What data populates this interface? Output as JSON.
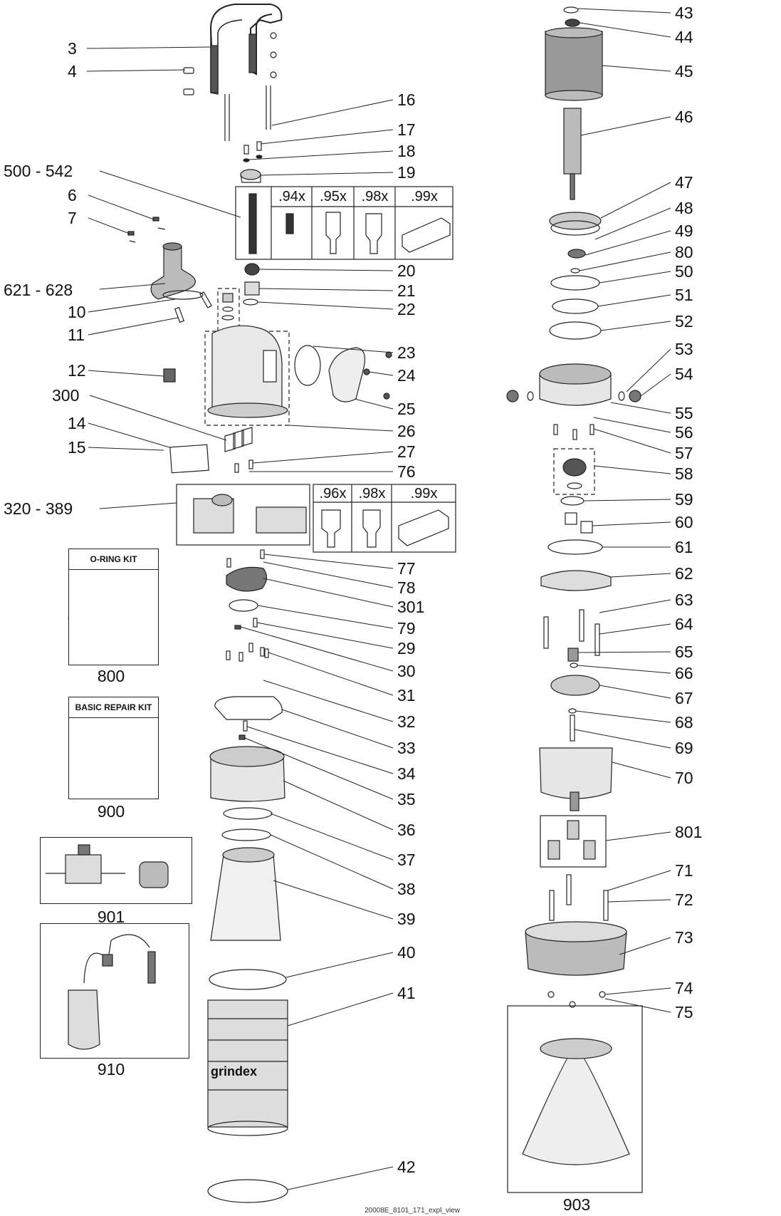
{
  "labels_left": [
    {
      "key": "p3",
      "text": "3"
    },
    {
      "key": "p4",
      "text": "4"
    },
    {
      "key": "p500",
      "text": "500 - 542"
    },
    {
      "key": "p6",
      "text": "6"
    },
    {
      "key": "p7",
      "text": "7"
    },
    {
      "key": "p621",
      "text": "621 - 628"
    },
    {
      "key": "p10",
      "text": "10"
    },
    {
      "key": "p11",
      "text": "11"
    },
    {
      "key": "p12",
      "text": "12"
    },
    {
      "key": "p300",
      "text": "300"
    },
    {
      "key": "p14",
      "text": "14"
    },
    {
      "key": "p15",
      "text": "15"
    },
    {
      "key": "p320",
      "text": "320 - 389"
    }
  ],
  "labels_center": [
    {
      "key": "16",
      "text": "16"
    },
    {
      "key": "17",
      "text": "17"
    },
    {
      "key": "18",
      "text": "18"
    },
    {
      "key": "19",
      "text": "19"
    },
    {
      "key": "20",
      "text": "20"
    },
    {
      "key": "21",
      "text": "21"
    },
    {
      "key": "22",
      "text": "22"
    },
    {
      "key": "23",
      "text": "23"
    },
    {
      "key": "24",
      "text": "24"
    },
    {
      "key": "25",
      "text": "25"
    },
    {
      "key": "26",
      "text": "26"
    },
    {
      "key": "27",
      "text": "27"
    },
    {
      "key": "76",
      "text": "76"
    },
    {
      "key": "77",
      "text": "77"
    },
    {
      "key": "78",
      "text": "78"
    },
    {
      "key": "301",
      "text": "301"
    },
    {
      "key": "79",
      "text": "79"
    },
    {
      "key": "29",
      "text": "29"
    },
    {
      "key": "30",
      "text": "30"
    },
    {
      "key": "31",
      "text": "31"
    },
    {
      "key": "32",
      "text": "32"
    },
    {
      "key": "33",
      "text": "33"
    },
    {
      "key": "34",
      "text": "34"
    },
    {
      "key": "35",
      "text": "35"
    },
    {
      "key": "36",
      "text": "36"
    },
    {
      "key": "37",
      "text": "37"
    },
    {
      "key": "38",
      "text": "38"
    },
    {
      "key": "39",
      "text": "39"
    },
    {
      "key": "40",
      "text": "40"
    },
    {
      "key": "41",
      "text": "41"
    },
    {
      "key": "42",
      "text": "42"
    }
  ],
  "labels_right": [
    {
      "key": "43",
      "text": "43"
    },
    {
      "key": "44",
      "text": "44"
    },
    {
      "key": "45",
      "text": "45"
    },
    {
      "key": "46",
      "text": "46"
    },
    {
      "key": "47",
      "text": "47"
    },
    {
      "key": "48",
      "text": "48"
    },
    {
      "key": "49",
      "text": "49"
    },
    {
      "key": "80",
      "text": "80"
    },
    {
      "key": "50",
      "text": "50"
    },
    {
      "key": "51",
      "text": "51"
    },
    {
      "key": "52",
      "text": "52"
    },
    {
      "key": "53",
      "text": "53"
    },
    {
      "key": "54",
      "text": "54"
    },
    {
      "key": "55",
      "text": "55"
    },
    {
      "key": "56",
      "text": "56"
    },
    {
      "key": "57",
      "text": "57"
    },
    {
      "key": "58",
      "text": "58"
    },
    {
      "key": "59",
      "text": "59"
    },
    {
      "key": "60",
      "text": "60"
    },
    {
      "key": "61",
      "text": "61"
    },
    {
      "key": "62",
      "text": "62"
    },
    {
      "key": "63",
      "text": "63"
    },
    {
      "key": "64",
      "text": "64"
    },
    {
      "key": "65",
      "text": "65"
    },
    {
      "key": "66",
      "text": "66"
    },
    {
      "key": "67",
      "text": "67"
    },
    {
      "key": "68",
      "text": "68"
    },
    {
      "key": "69",
      "text": "69"
    },
    {
      "key": "70",
      "text": "70"
    },
    {
      "key": "801",
      "text": "801"
    },
    {
      "key": "71",
      "text": "71"
    },
    {
      "key": "72",
      "text": "72"
    },
    {
      "key": "73",
      "text": "73"
    },
    {
      "key": "74",
      "text": "74"
    },
    {
      "key": "75",
      "text": "75"
    }
  ],
  "scales_top": [
    ".94x",
    ".95x",
    ".98x",
    ".99x"
  ],
  "scales_mid": [
    ".96x",
    ".98x",
    ".99x"
  ],
  "kits": {
    "oring_title": "O-RING KIT",
    "oring_num": "800",
    "repair_title": "BASIC REPAIR KIT",
    "repair_num": "900",
    "k901": "901",
    "k910": "910",
    "k903": "903"
  },
  "brand": "grindex",
  "footer": "20008E_8101_171_expl_view"
}
